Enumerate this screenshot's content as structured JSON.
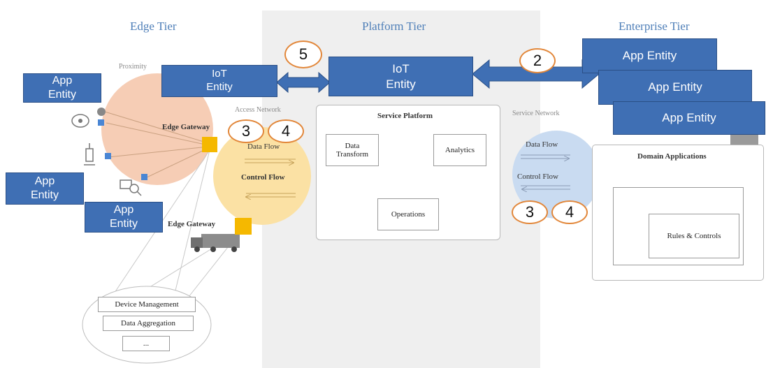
{
  "tiers": {
    "edge": "Edge Tier",
    "platform": "Platform Tier",
    "enterprise": "Enterprise Tier"
  },
  "labels": {
    "proximity": "Proximity",
    "edge_gateway_1": "Edge Gateway",
    "edge_gateway_2": "Edge Gateway",
    "access_network": "Access Network",
    "service_network": "Service Network",
    "data_flow_access": "Data Flow",
    "control_flow_access": "Control Flow",
    "data_flow_service": "Data Flow",
    "control_flow_service": "Control Flow"
  },
  "entities": {
    "iot_edge": "IoT\nEntity",
    "iot_platform": "IoT\nEntity",
    "app_left_top": "App\nEntity",
    "app_left_mid": "App\nEntity",
    "app_left_bottom": "App\nEntity",
    "app_ent_1": "App Entity",
    "app_ent_2": "App Entity",
    "app_ent_3": "App Entity"
  },
  "badges": {
    "b5": "5",
    "b2": "2",
    "b3_access": "3",
    "b4_access": "4",
    "b3_service": "3",
    "b4_service": "4"
  },
  "service_platform": {
    "title": "Service Platform",
    "data_transform": "Data\nTransform",
    "analytics": "Analytics",
    "operations": "Operations"
  },
  "domain": {
    "title": "Domain Applications",
    "rules": "Rules & Controls"
  },
  "gateway_functions": {
    "device_management": "Device Management",
    "data_aggregation": "Data Aggregation",
    "more": "..."
  },
  "colors": {
    "entity_blue": "#3f6fb4",
    "badge_orange": "#e2873a",
    "gateway_yellow": "#f5b800",
    "proximity_pink": "#f6cdb5",
    "access_yellow": "#fbe1a4",
    "service_blue": "#c9dbf1",
    "platform_gray": "#efefef"
  }
}
